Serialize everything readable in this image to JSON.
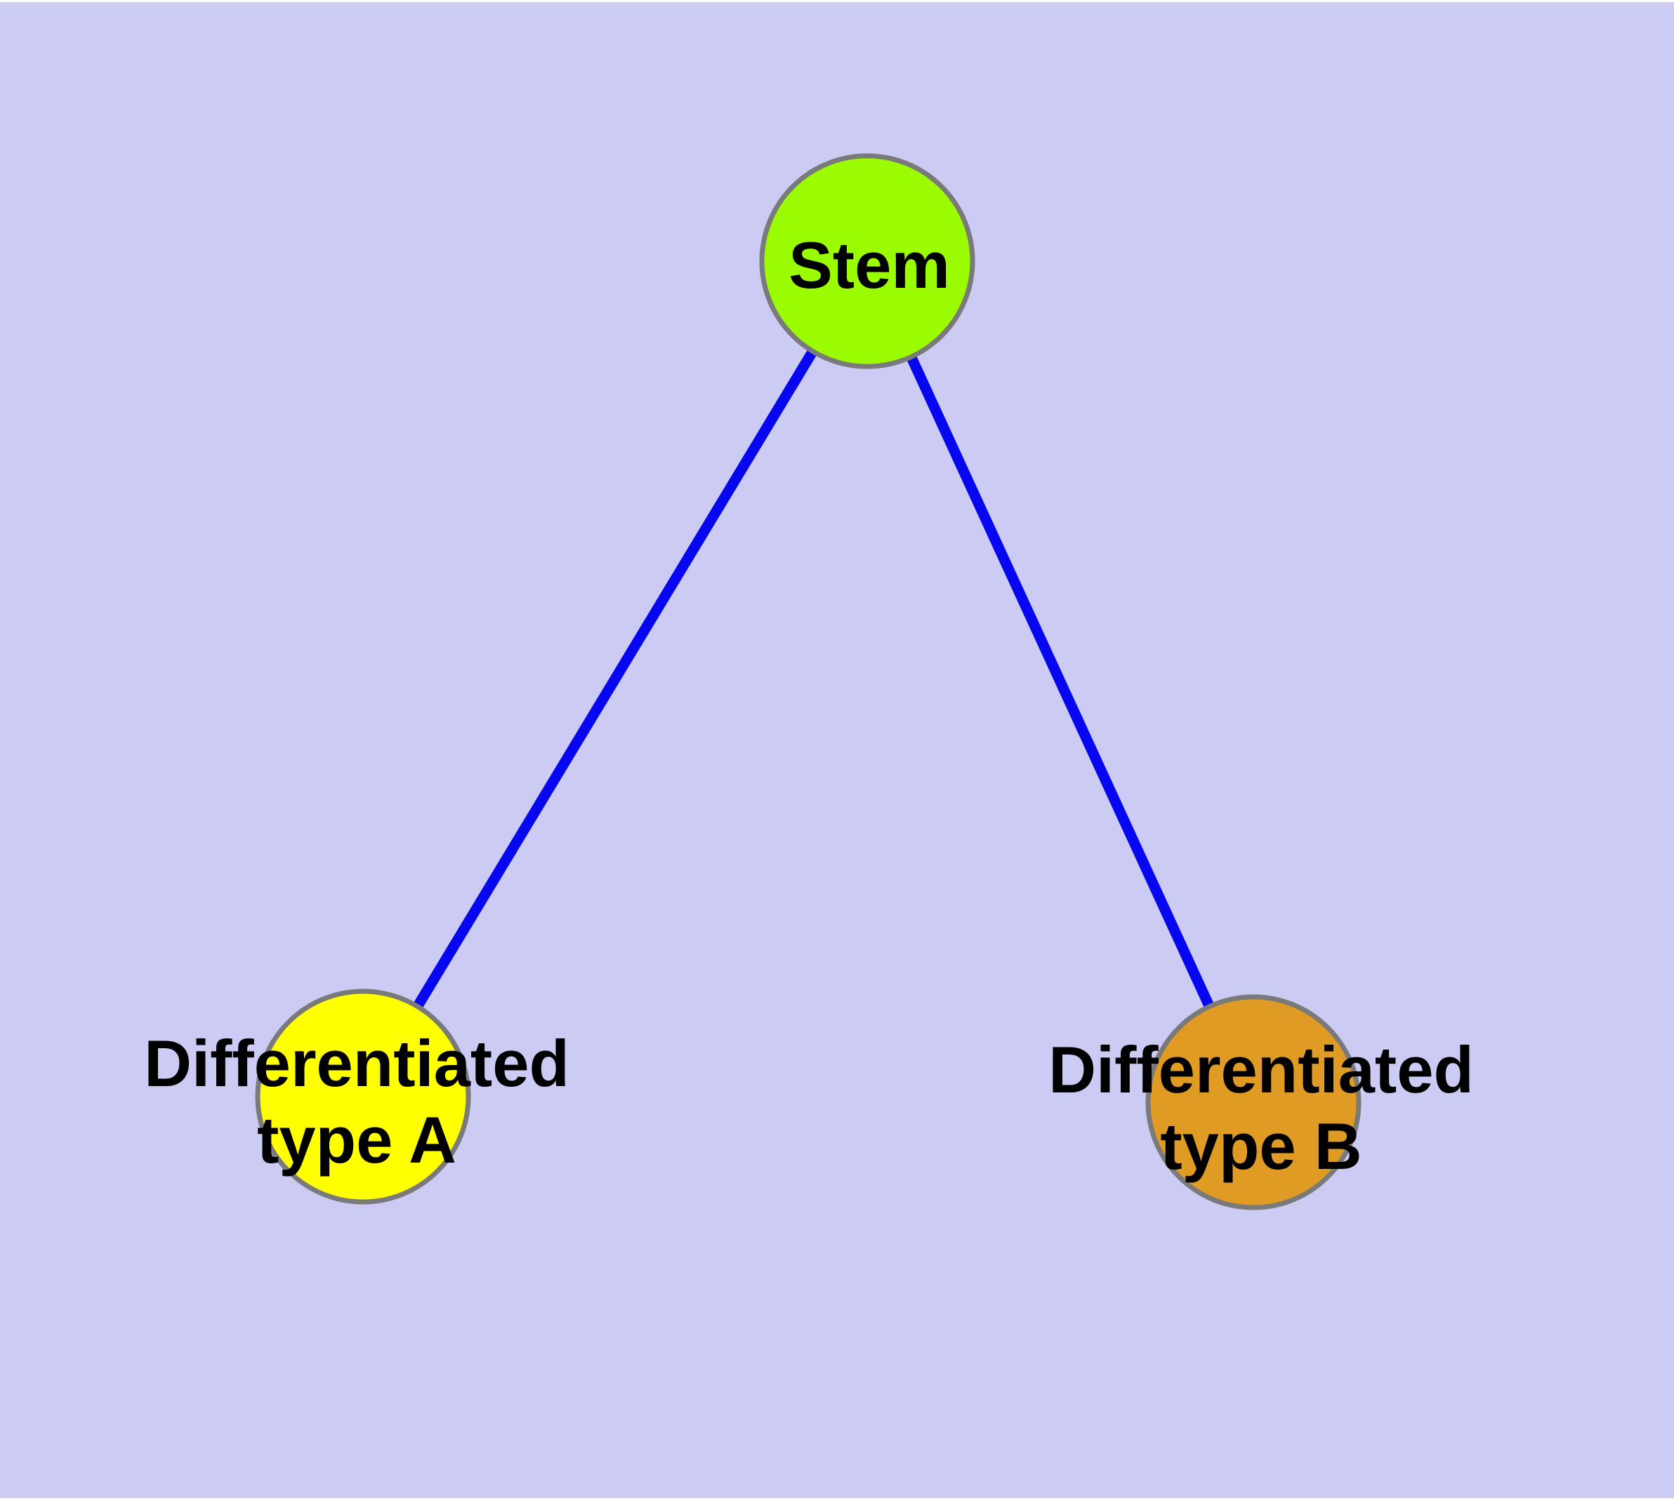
{
  "canvas": {
    "background_color": "#CBCBF4",
    "margin_color": "#FFFFFF"
  },
  "node_style": {
    "border_color": "#7A7A7A",
    "label_color": "#000000"
  },
  "edge_style": {
    "color": "#0606F0"
  },
  "nodes": [
    {
      "id": "stem",
      "lines": [
        "Stem"
      ],
      "fill": "#9BFB00"
    },
    {
      "id": "differentiated-type-a",
      "lines": [
        "Differentiated",
        "type A"
      ],
      "fill": "#FFFF00"
    },
    {
      "id": "differentiated-type-b",
      "lines": [
        "Differentiated",
        "type B"
      ],
      "fill": "#E09B24"
    }
  ],
  "edges": [
    {
      "from": "Stem",
      "to": "Differentiated type A"
    },
    {
      "from": "Stem",
      "to": "Differentiated type B"
    }
  ]
}
